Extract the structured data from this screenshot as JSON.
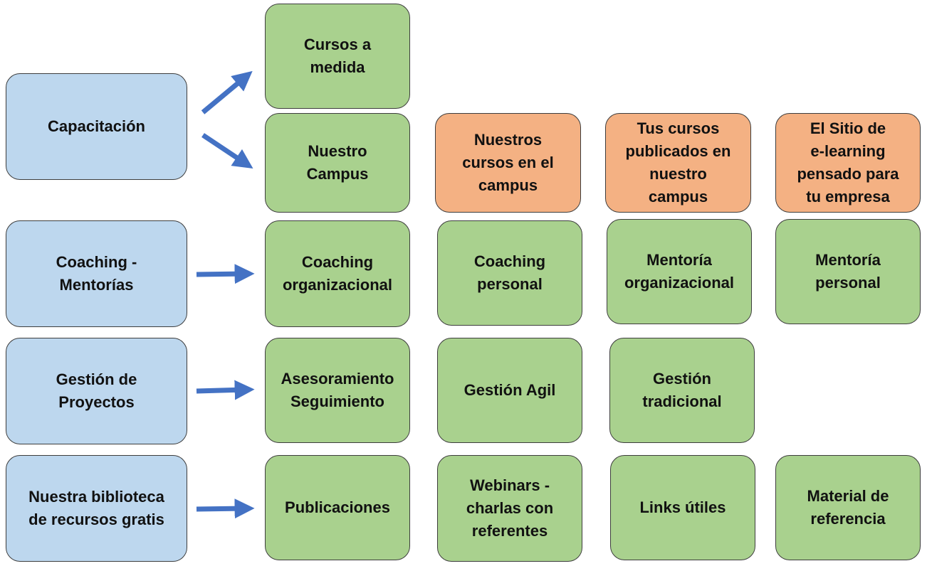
{
  "categories": [
    {
      "id": "capacitacion",
      "label": "Capacitación"
    },
    {
      "id": "coaching",
      "label": "Coaching -\nMentorías"
    },
    {
      "id": "gestion",
      "label": "Gestión de\nProyectos"
    },
    {
      "id": "biblioteca",
      "label": "Nuestra biblioteca\nde recursos gratis"
    }
  ],
  "capacitacion": {
    "cursos_medida": "Cursos a\nmedida",
    "campus": "Nuestro\nCampus",
    "campus_items": [
      "Nuestros\ncursos en el\ncampus",
      "Tus cursos\npublicados en\nnuestro\ncampus",
      "El Sitio de\ne-learning\npensado para\ntu empresa"
    ]
  },
  "coaching": {
    "items": [
      "Coaching\norganizacional",
      "Coaching\npersonal",
      "Mentoría\norganizacional",
      "Mentoría\npersonal"
    ]
  },
  "gestion": {
    "items": [
      "Asesoramiento\nSeguimiento",
      "Gestión Agil",
      "Gestión\ntradicional"
    ]
  },
  "biblioteca": {
    "items": [
      "Publicaciones",
      "Webinars -\ncharlas  con\nreferentes",
      "Links útiles",
      "Material de\nreferencia"
    ]
  },
  "colors": {
    "category": "#bdd7ee",
    "service": "#a9d18e",
    "campus_option": "#f4b183",
    "arrow": "#4472c4"
  }
}
